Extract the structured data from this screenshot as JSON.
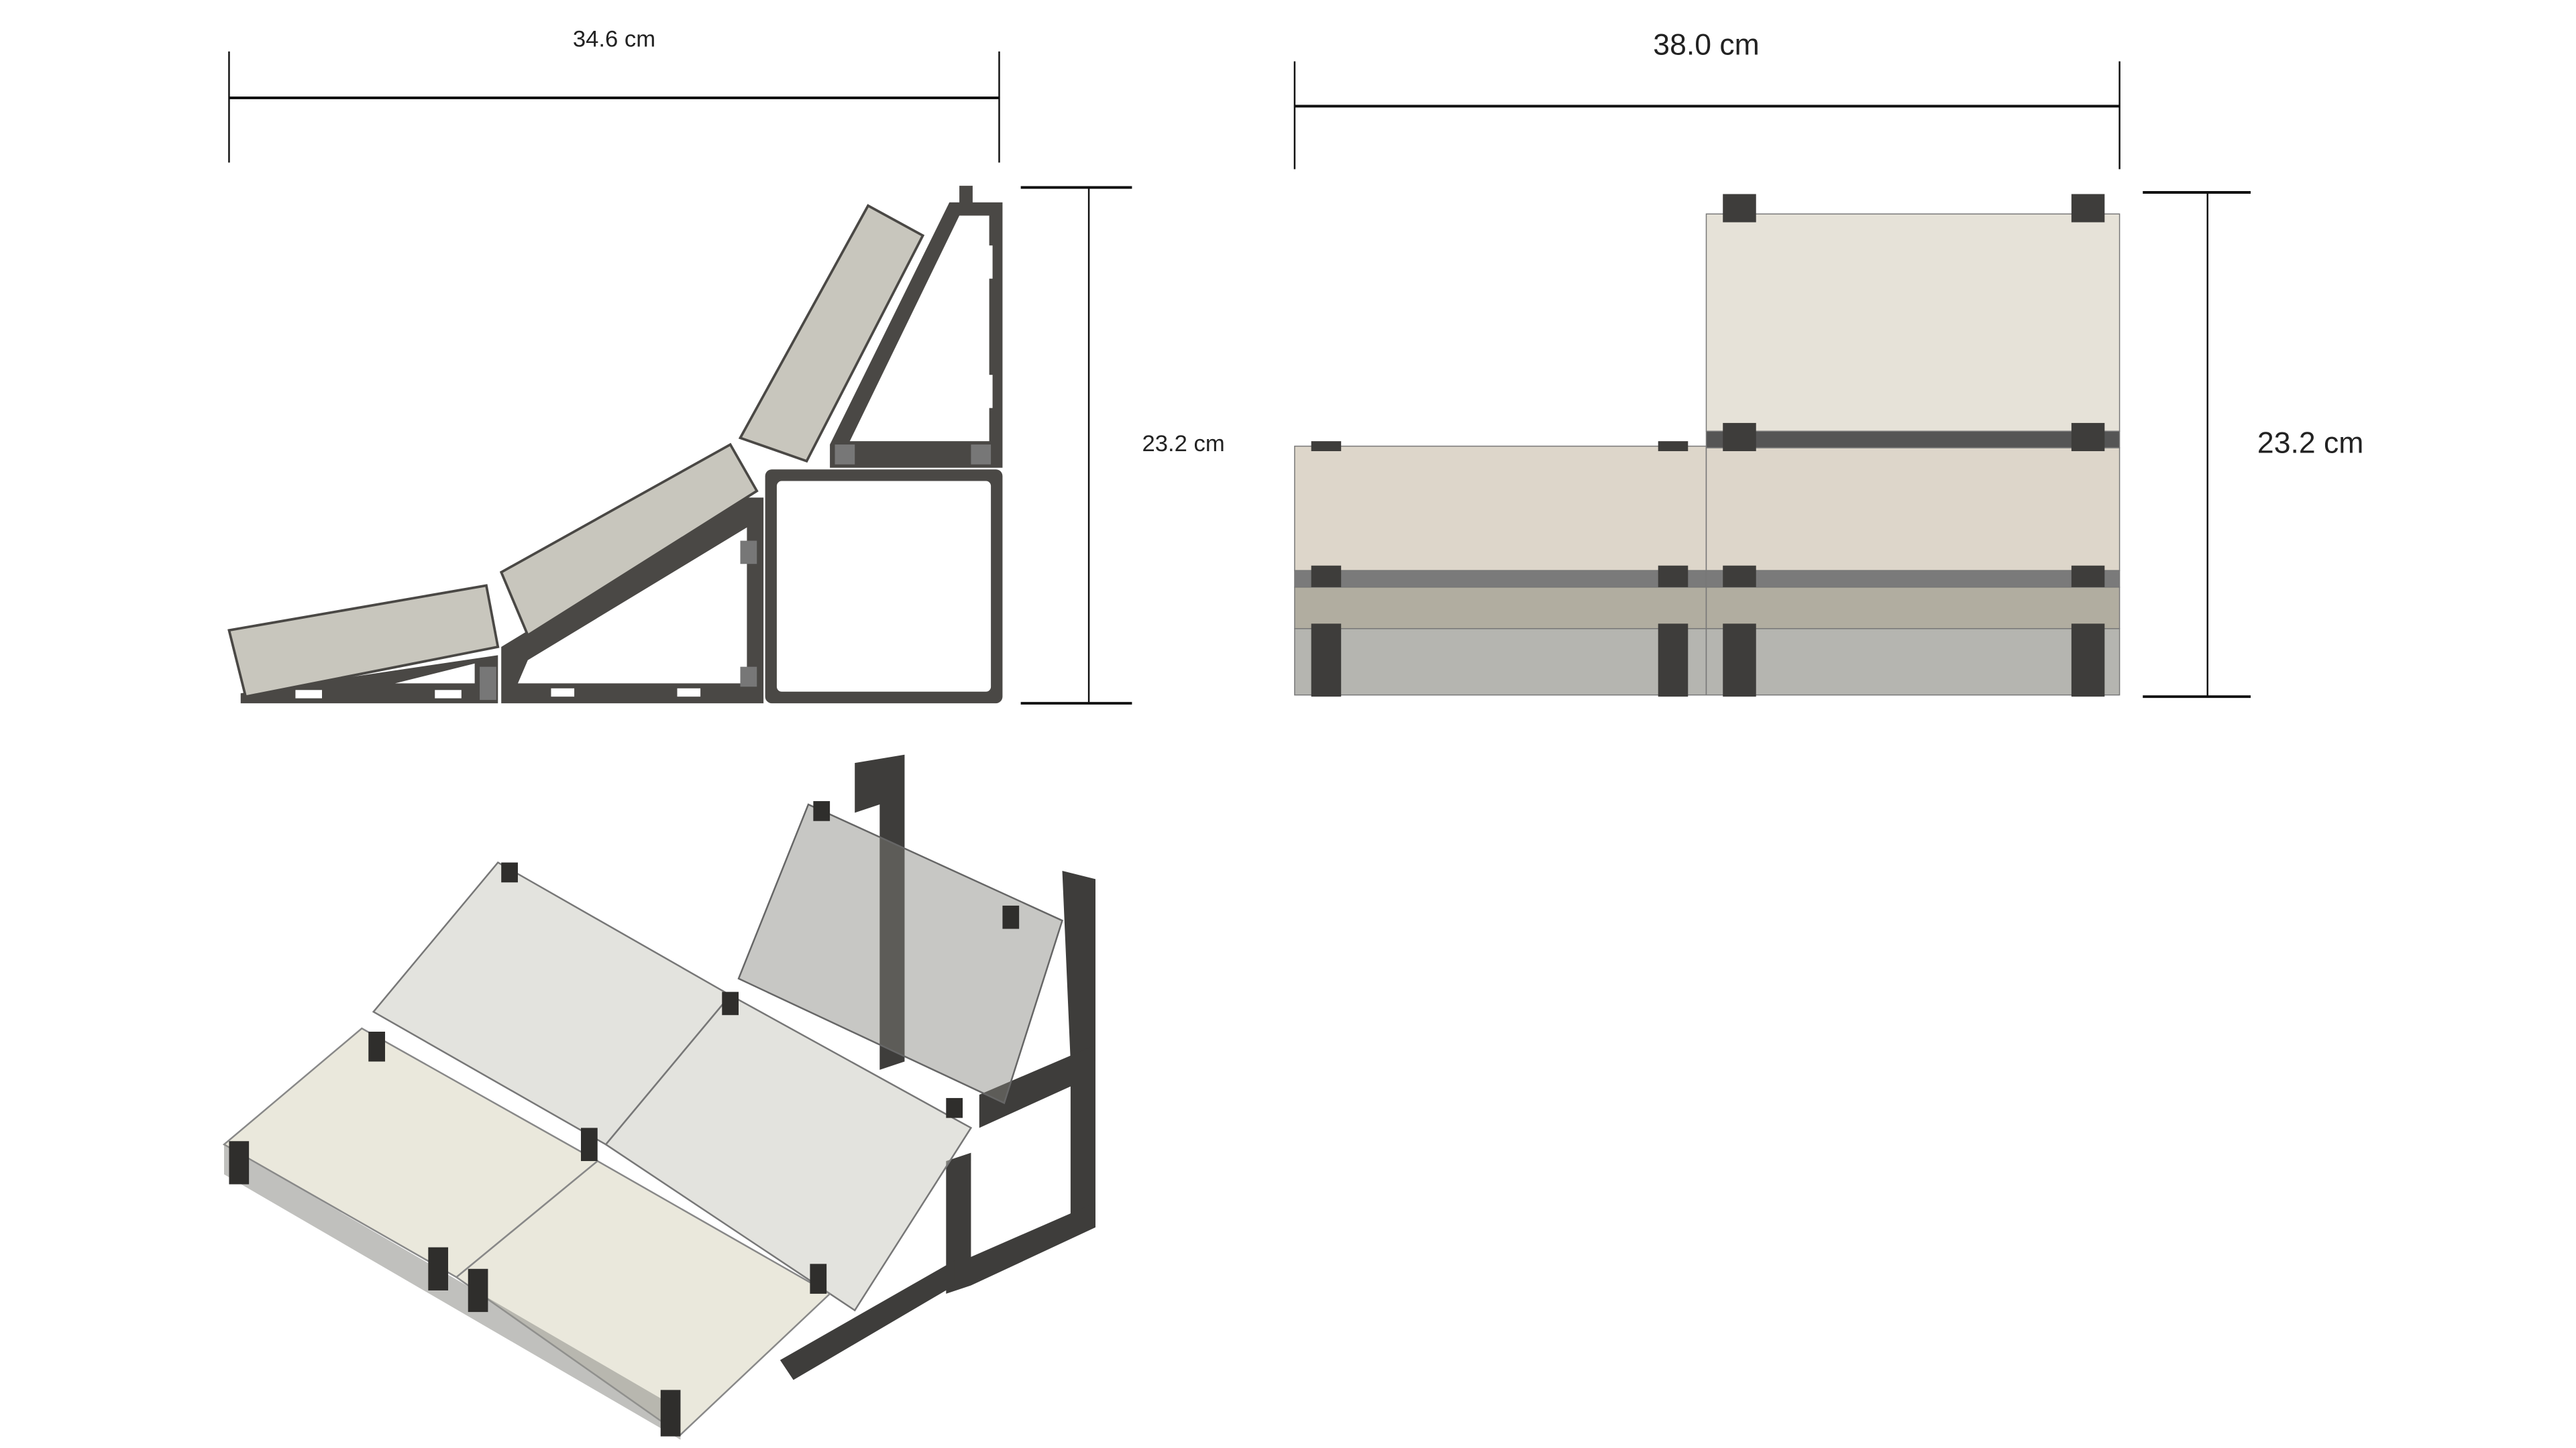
{
  "side_view": {
    "width_label": "34.6 cm",
    "height_label": "23.2 cm"
  },
  "front_view": {
    "width_label": "38.0 cm",
    "height_label": "23.2 cm"
  },
  "colors": {
    "frame": "#4a4845",
    "panel_side": "#c8c6bd",
    "panel_front_top": "#e6e2d8",
    "panel_front_mid": "#ddd6ca",
    "panel_front_low": "#b1ada0",
    "panel_front_base": "#b5b5b0",
    "dim_line": "#111111"
  }
}
